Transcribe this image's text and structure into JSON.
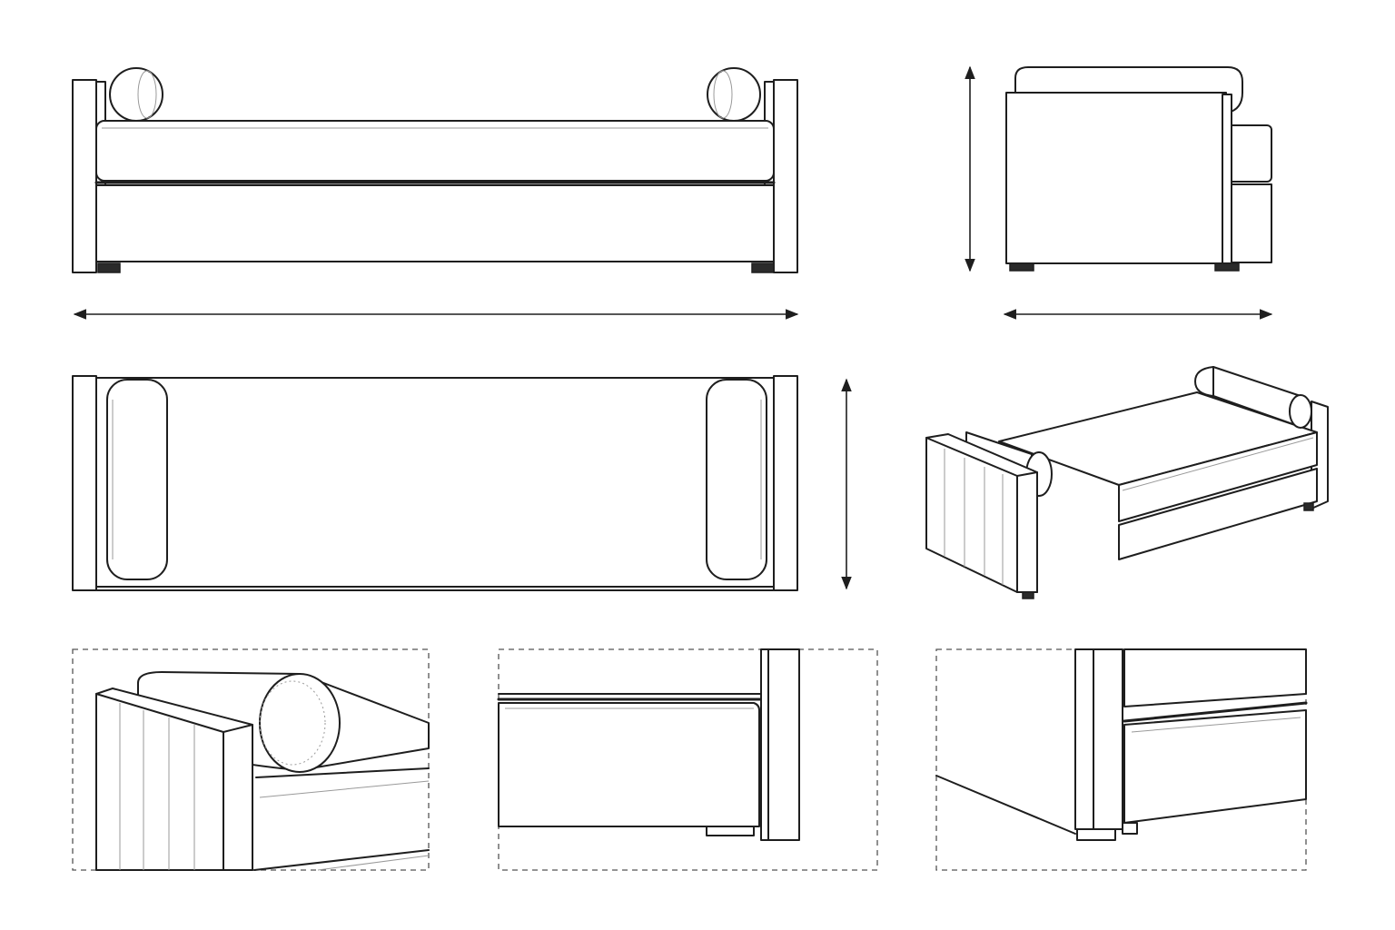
{
  "drawing": {
    "views": [
      "front-elevation",
      "side-elevation",
      "top-plan",
      "isometric",
      "detail-armrest-bolster",
      "detail-drawer-corner",
      "detail-leg-corner"
    ],
    "colors": {
      "line": "#1e1e1e",
      "hatch": "#9a9a9a",
      "frame": "#555555",
      "background": "#ffffff"
    }
  }
}
